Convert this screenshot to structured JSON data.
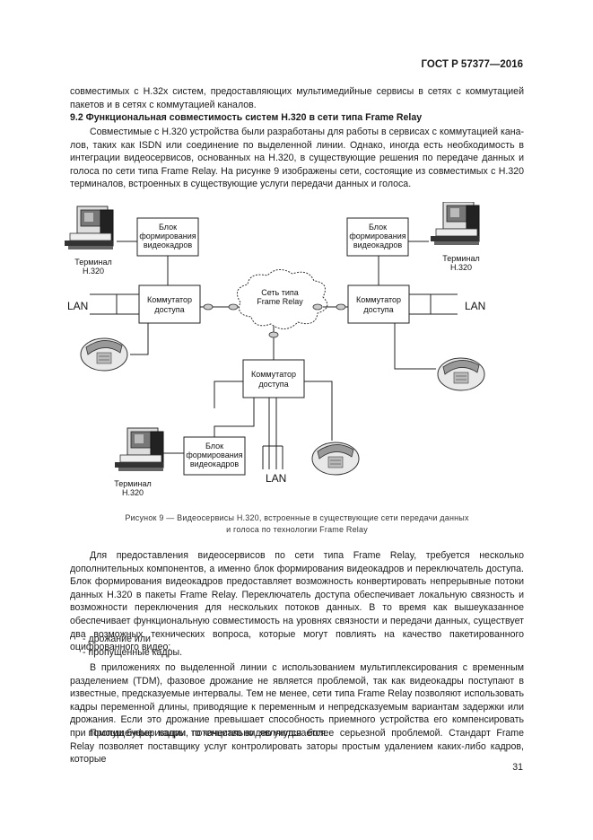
{
  "header": {
    "doc_id": "ГОСТ Р 57377—2016"
  },
  "para_intro": "совместимых с H.32x систем, предоставляющих мультимедийные сервисы в сетях с коммутацией паке­тов и в сетях с коммутацией каналов.",
  "section": {
    "title": "9.2  Функциональная совместимость систем H.320 в сети типа Frame Relay"
  },
  "para_1": "Совместимые с H.320 устройства были разработаны для работы в сервисах с коммутацией кана­лов, таких как ISDN или соединение по выделенной линии. Однако, иногда есть необходимость в интеграции видеосервисов, основанных на H.320, в существующие решения по передаче данных и голо­са по сети типа Frame Relay. На рисунке 9 изображены сети, состоящие из совместимых с H.320 терми­налов, встроенных в существующие услуги передачи данных и голоса.",
  "figure": {
    "block_top_left": [
      "Блок",
      "формирования",
      "видеокадров"
    ],
    "block_top_right": [
      "Блок",
      "формирования",
      "видеокадров"
    ],
    "block_bottom": [
      "Блок",
      "формирования",
      "видеокадров"
    ],
    "switch_left": [
      "Коммутатор",
      "доступа"
    ],
    "switch_right": [
      "Коммутатор",
      "доступа"
    ],
    "switch_center": [
      "Коммутатор",
      "доступа"
    ],
    "cloud": [
      "Сеть типа",
      "Frame Relay"
    ],
    "terminal_top_left": [
      "Терминал",
      "H.320"
    ],
    "terminal_top_right": [
      "Терминал",
      "H.320"
    ],
    "terminal_bottom": [
      "Терминал",
      "H.320"
    ],
    "lan_left": "LAN",
    "lan_right": "LAN",
    "lan_bottom": "LAN",
    "caption": [
      "Рисунок 9 — Видеосервисы H.320, встроенные в существующие сети передачи данных",
      "и голоса по технологии Frame Relay"
    ]
  },
  "para_2": "Для предоставления видеосервисов по сети типа Frame Relay, требуется несколько дополнитель­ных компонентов, а именно блок формирования видеокадров и переключатель доступа. Блок формиро­вания видеокадров предоставляет возможность конвертировать непрерывные потоки данных H.320 в пакеты Frame Relay. Переключатель доступа обеспечивает локальную связность и возможности пере­ключения для нескольких потоков данных. В то время как вышеуказанное обеспечивает функциональ­ную совместимость на уровнях связности и передачи данных, существует два возможных технических вопроса, которые могут повлиять на качество пакетированного оцифрованного видео:",
  "list": [
    "-  дрожание или",
    "-  пропущенные кадры."
  ],
  "para_3": "В приложениях по выделенной линии с использованием мультиплексирования с временным разделением (TDM), фазовое дрожание не является проблемой, так как видеокадры поступают в известные, предсказуемые интервалы. Тем не менее, сети типа Frame Relay позволяют использовать кадры переменной длины, приводящие к переменным и непредсказуемым вариантам задержки или дрожания. Если это дрожание превышает способность приемного устройства его компенсировать при помощи буферизации, то качество видео ухудшается.",
  "para_4": "Пропущенные кадры потенциально являются более серьезной проблемой. Стандарт Frame Relay позволяет поставщику услуг контролировать заторы простым удалением каких-либо кадров, которые",
  "page_number": "31"
}
